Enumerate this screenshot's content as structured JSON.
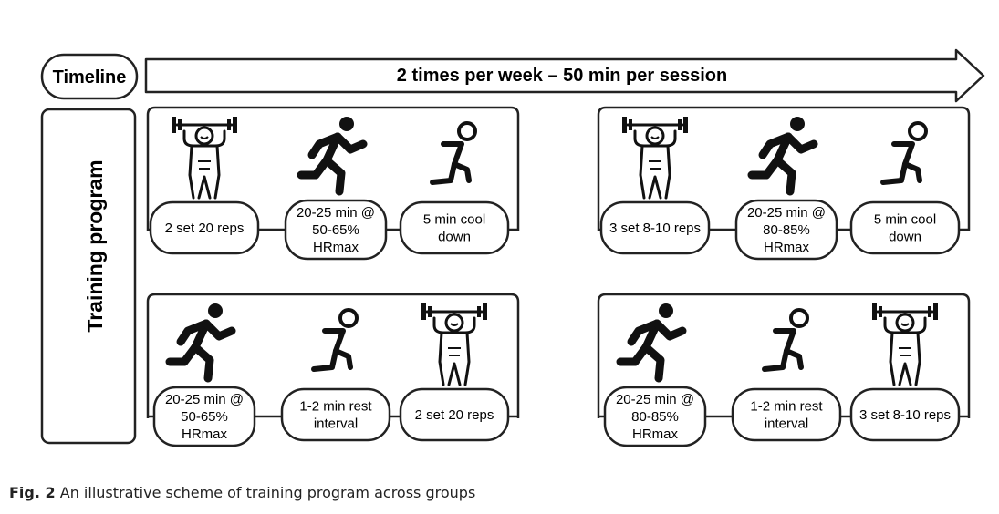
{
  "timeline": {
    "label": "Timeline",
    "arrow_text": "2 times per week – 50 min per session"
  },
  "training_program": {
    "label": "Training program"
  },
  "panels": [
    {
      "steps": [
        {
          "icon": "weightlifter-icon",
          "lines": [
            "2 set 20 reps"
          ]
        },
        {
          "icon": "runner-icon",
          "lines": [
            "20-25 min @",
            "50-65%",
            "HRmax"
          ]
        },
        {
          "icon": "cooldown-walker-icon",
          "lines": [
            "5 min cool",
            "down"
          ]
        }
      ]
    },
    {
      "steps": [
        {
          "icon": "weightlifter-icon",
          "lines": [
            "3 set 8-10 reps"
          ]
        },
        {
          "icon": "runner-icon",
          "lines": [
            "20-25 min @",
            "80-85%",
            "HRmax"
          ]
        },
        {
          "icon": "cooldown-walker-icon",
          "lines": [
            "5 min cool",
            "down"
          ]
        }
      ]
    },
    {
      "steps": [
        {
          "icon": "runner-icon",
          "lines": [
            "20-25 min @",
            "50-65%",
            "HRmax"
          ]
        },
        {
          "icon": "cooldown-walker-icon",
          "lines": [
            "1-2 min rest",
            "interval"
          ]
        },
        {
          "icon": "weightlifter-icon",
          "lines": [
            "2 set 20 reps"
          ]
        }
      ]
    },
    {
      "steps": [
        {
          "icon": "runner-icon",
          "lines": [
            "20-25 min @",
            "80-85%",
            "HRmax"
          ]
        },
        {
          "icon": "cooldown-walker-icon",
          "lines": [
            "1-2 min rest",
            "interval"
          ]
        },
        {
          "icon": "weightlifter-icon",
          "lines": [
            "3 set 8-10 reps"
          ]
        }
      ]
    }
  ],
  "caption": {
    "figure_label": "Fig. 2",
    "text": "An illustrative scheme of training program across groups"
  }
}
